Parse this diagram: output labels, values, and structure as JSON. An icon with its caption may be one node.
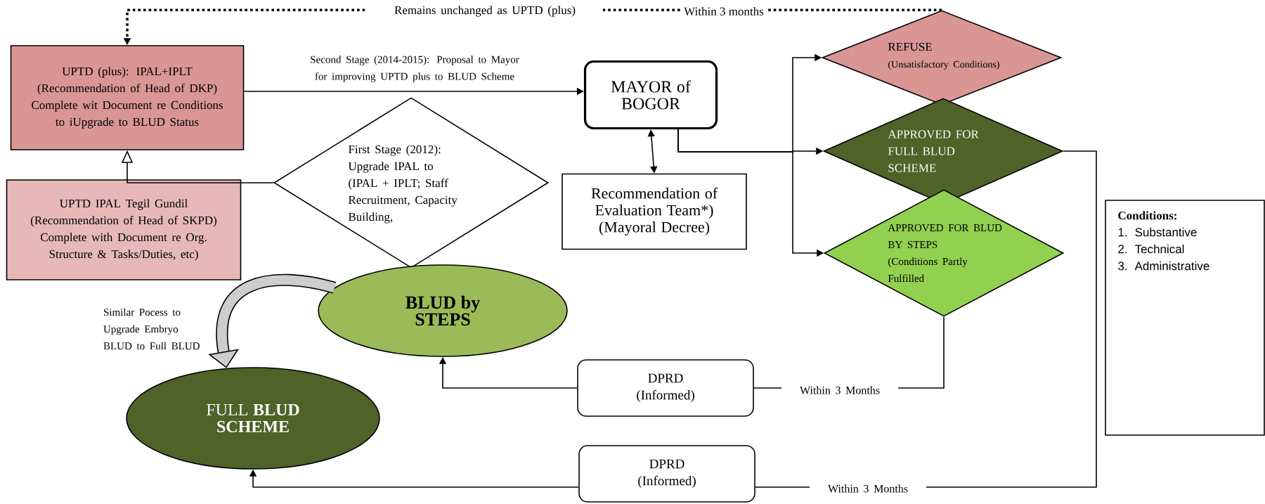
{
  "diagram": {
    "nodes": [
      {
        "text": [
          "UPTD (plus): IPAL+IPLT",
          "(Recommendation of Head of DKP)",
          "Complete wit Document re Conditions to iUpgrade to BLUD Status"
        ]
      },
      {
        "text": [
          "UPTD IPAL Tegil Gundil",
          "(Recommendation of Head of SKPD)",
          "Complete with Document re Org. Structure & Tasks/Duties, etc)"
        ]
      },
      {
        "text": [
          "First Stage (2012): Upgrade IPAL to (IPAL + IPLT; Staff Recruitment, Capacity Building,"
        ]
      },
      {
        "text": [
          "MAYOR of BOGOR"
        ]
      },
      {
        "text": [
          "Recommendation of Evaluation Team*) (Mayoral Decree)"
        ]
      },
      {
        "text": [
          "REFUSE",
          "(Unsatisfactory Conditions)"
        ]
      },
      {
        "text": [
          "APPROVED FOR FULL BLUD SCHEME"
        ]
      },
      {
        "text": [
          "APPROVED FOR BLUD BY STEPS",
          "(Conditions Partly Fulfilled"
        ]
      },
      {
        "text": [
          "Conditions:",
          "1. Substantive",
          "2. Technical",
          "3. Administrative"
        ]
      },
      {
        "text": [
          "BLUD by STEPS"
        ]
      },
      {
        "text": [
          "FULL **BLUD SCHEME**"
        ]
      },
      {
        "text": [
          "DPRD (Informed)"
        ]
      },
      {
        "text": [
          "DPRD (Informed)"
        ]
      }
    ],
    "edges": [
      {
        "from": 0,
        "to": 3,
        "arrow": "to",
        "label": "Second Stage (2014-2015): Proposal to Mayor for improving UPTD plus to BLUD Scheme"
      },
      {
        "from": 2,
        "to": 0,
        "arrow": "to"
      },
      {
        "from": 3,
        "to": 4,
        "arrow": "both"
      },
      {
        "from": 3,
        "to": 5,
        "arrow": "to"
      },
      {
        "from": 3,
        "to": 6,
        "arrow": "to"
      },
      {
        "from": 3,
        "to": 7,
        "arrow": "to"
      },
      {
        "from": 6,
        "to": 12,
        "arrow": "none",
        "label": "Within 3 Months"
      },
      {
        "from": 12,
        "to": 10,
        "arrow": "to"
      },
      {
        "from": 7,
        "to": 11,
        "arrow": "none",
        "label": "Within 3 Months"
      },
      {
        "from": 11,
        "to": 9,
        "arrow": "to"
      },
      {
        "from": 5,
        "to": 0,
        "arrow": "to",
        "style": "dashed",
        "label": "Remains unchanged as UPTD (plus)"
      },
      {
        "from": 9,
        "to": 10,
        "arrow": "to",
        "style": "thick",
        "label": "Similar Pocess to Upgrade Embryo BLUD to Full BLUD"
      }
    ],
    "labels": [
      "Within 3 months"
    ]
  }
}
